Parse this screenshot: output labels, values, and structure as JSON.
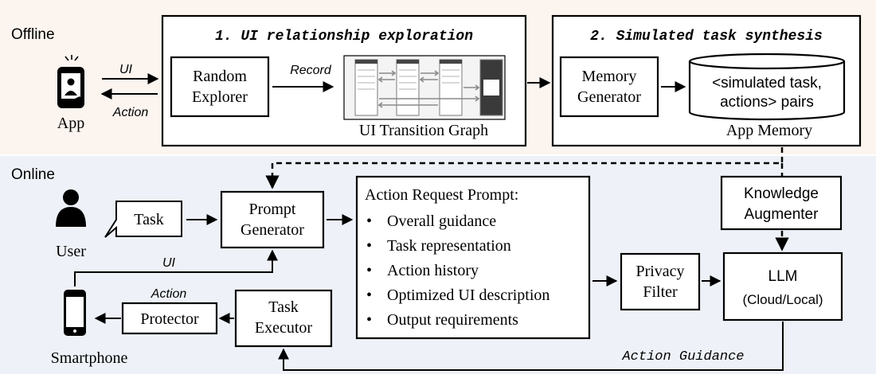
{
  "offline": {
    "section_label": "Offline",
    "app_label": "App",
    "ui_arrow_label": "UI",
    "action_arrow_label": "Action",
    "exploration": {
      "title": "1. UI relationship exploration",
      "random_explorer_line1": "Random",
      "random_explorer_line2": "Explorer",
      "record_label": "Record",
      "graph_caption": "UI Transition Graph"
    },
    "synthesis": {
      "title": "2. Simulated task synthesis",
      "memory_generator_line1": "Memory",
      "memory_generator_line2": "Generator",
      "pairs_line1": "<simulated task,",
      "pairs_line2": "actions> pairs",
      "app_memory_caption": "App Memory"
    }
  },
  "online": {
    "section_label": "Online",
    "user_label": "User",
    "task_label": "Task",
    "prompt_generator_line1": "Prompt",
    "prompt_generator_line2": "Generator",
    "ui_feedback_label": "UI",
    "action_label": "Action",
    "smartphone_label": "Smartphone",
    "protector_label": "Protector",
    "task_executor_line1": "Task",
    "task_executor_line2": "Executor",
    "prompt_box": {
      "title": "Action Request Prompt:",
      "items": [
        "Overall guidance",
        "Task representation",
        "Action history",
        "Optimized UI description",
        "Output requirements"
      ]
    },
    "privacy_filter_line1": "Privacy",
    "privacy_filter_line2": "Filter",
    "knowledge_augmenter_line1": "Knowledge",
    "knowledge_augmenter_line2": "Augmenter",
    "llm_label": "LLM",
    "llm_sub_label": "(Cloud/Local)",
    "action_guidance_label": "Action Guidance"
  },
  "colors": {
    "offline_bg": "#fbf4ef",
    "online_bg": "#eef2f8",
    "ink": "#000000"
  }
}
